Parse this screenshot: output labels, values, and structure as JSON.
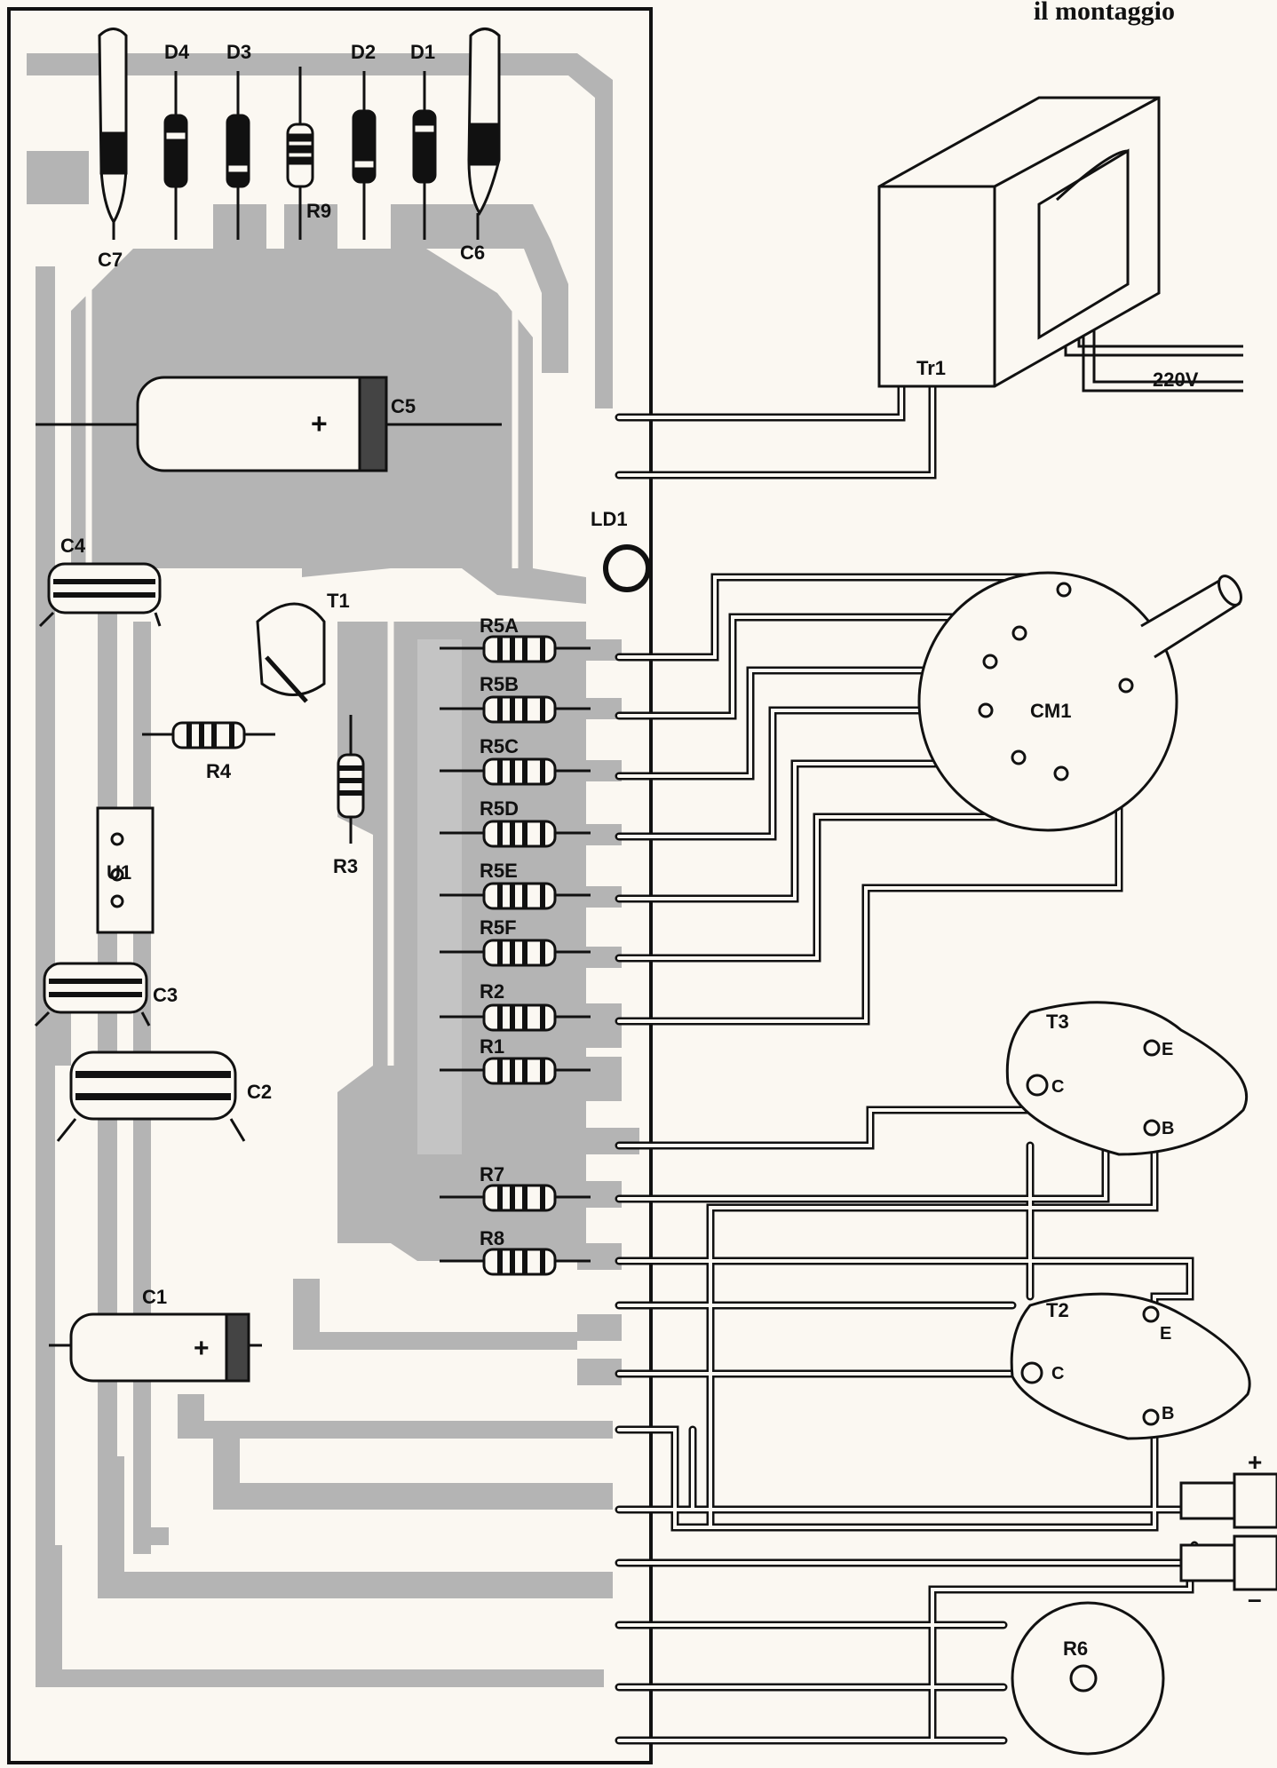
{
  "header": {
    "title": "il montaggio"
  },
  "components": {
    "c7": "C7",
    "d4": "D4",
    "d3": "D3",
    "r9": "R9",
    "d2": "D2",
    "d1": "D1",
    "c6": "C6",
    "c5": "C5",
    "c5_polarity": "+",
    "ld1": "LD1",
    "c4": "C4",
    "t1": "T1",
    "r4": "R4",
    "r3": "R3",
    "u1": "U1",
    "c3": "C3",
    "c2": "C2",
    "c1": "C1",
    "c1_polarity": "+",
    "r5a": "R5A",
    "r5b": "R5B",
    "r5c": "R5C",
    "r5d": "R5D",
    "r5e": "R5E",
    "r5f": "R5F",
    "r2": "R2",
    "r1": "R1",
    "r7": "R7",
    "r8": "R8",
    "tr1": "Tr1",
    "mains": "220V",
    "cm1": "CM1",
    "t3": "T3",
    "t3_e": "E",
    "t3_c": "C",
    "t3_b": "B",
    "t2": "T2",
    "t2_e": "E",
    "t2_c": "C",
    "t2_b": "B",
    "r6": "R6",
    "plus": "+",
    "minus": "–"
  },
  "colors": {
    "copper": "#b4b4b4",
    "ink": "#111111",
    "paper": "#fbf8f2",
    "wire": "#ffffff"
  }
}
